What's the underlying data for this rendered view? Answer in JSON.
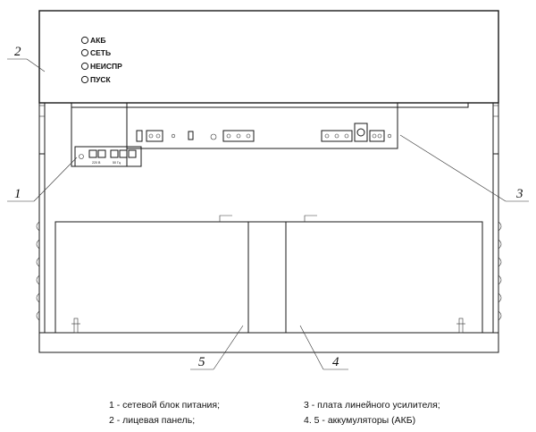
{
  "indicators": [
    "АКБ",
    "СЕТЬ",
    "НЕИСПР",
    "ПУСК"
  ],
  "callouts": {
    "c1": "1",
    "c2": "2",
    "c3": "3",
    "c4": "4",
    "c5": "5"
  },
  "board_labels": {
    "mains": "220 В",
    "freq": "50 Гц"
  },
  "legend": [
    "1 - сетевой блок питания;",
    "2 - лицевая панель;",
    "3 - плата линейного усилителя;",
    "4. 5 - аккумуляторы (АКБ)"
  ]
}
